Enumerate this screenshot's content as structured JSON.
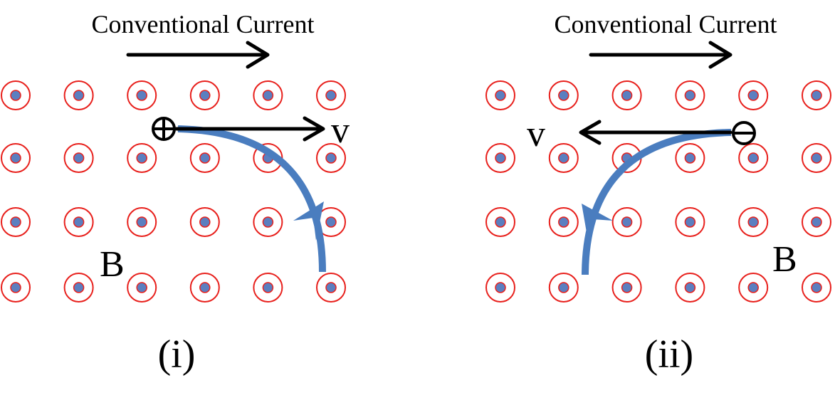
{
  "colors": {
    "ring": "#e8201c",
    "dot": "#5b7fc0",
    "path": "#4a7dbf",
    "ink": "#000000"
  },
  "panels": [
    {
      "id": "i",
      "current_label": "Conventional Current",
      "velocity_label": "v",
      "field_label": "B",
      "panel_label": "(i)",
      "charge": "positive",
      "velocity_direction": "right",
      "deflection": "clockwise-down",
      "field_direction": "out-of-page",
      "grid": {
        "rows": 4,
        "cols": 6
      }
    },
    {
      "id": "ii",
      "current_label": "Conventional Current",
      "velocity_label": "v",
      "field_label": "B",
      "panel_label": "(ii)",
      "charge": "negative",
      "velocity_direction": "left",
      "deflection": "counterclockwise-down",
      "field_direction": "out-of-page",
      "grid": {
        "rows": 4,
        "cols": 6
      }
    }
  ]
}
